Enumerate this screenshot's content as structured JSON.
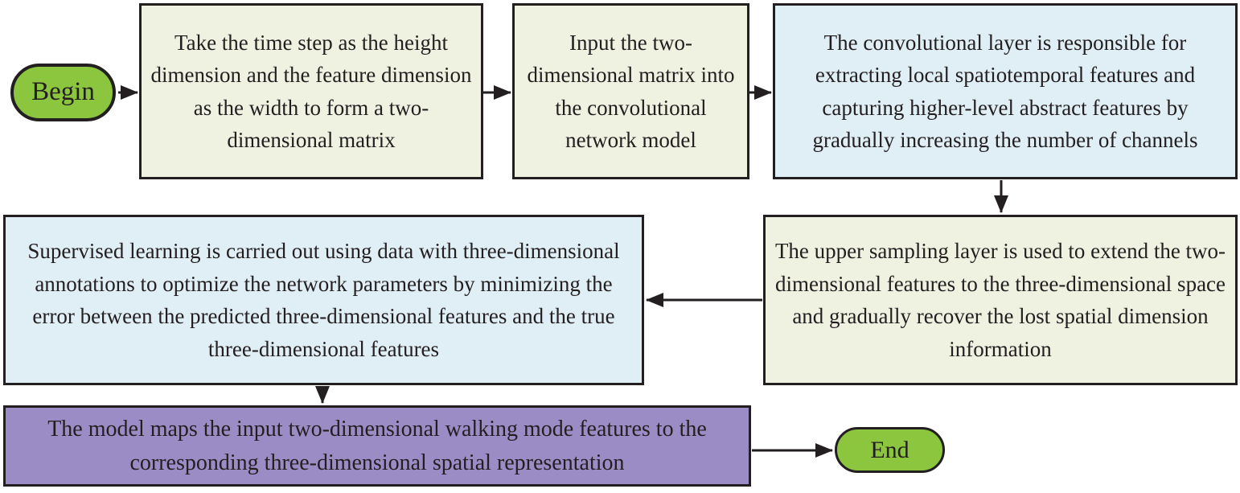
{
  "colors": {
    "terminator_fill": "#8cc63f",
    "process_fill": "#eff1e1",
    "emphasis_fill": "#e0eef5",
    "output_fill": "#9b8cc5",
    "border": "#231f20",
    "text": "#231f20"
  },
  "flowchart": {
    "nodes": [
      {
        "id": "begin",
        "shape": "terminator",
        "label": "Begin"
      },
      {
        "id": "step1",
        "shape": "process",
        "label": "Take the time step as the height dimension and the feature dimension as the width to form a two-dimensional matrix"
      },
      {
        "id": "step2",
        "shape": "process",
        "label": "Input the two-dimensional matrix into the convolutional network model"
      },
      {
        "id": "step3",
        "shape": "process-emphasis",
        "label": "The convolutional layer is responsible for extracting local spatiotemporal features and capturing higher-level abstract features by gradually increasing the number of channels"
      },
      {
        "id": "step4",
        "shape": "process",
        "label": "The upper sampling layer is used to extend the two-dimensional features to the three-dimensional space and gradually recover the lost spatial dimension information"
      },
      {
        "id": "step5",
        "shape": "process-emphasis",
        "label": "Supervised learning is carried out using data with three-dimensional annotations to optimize the network parameters by minimizing the error between the predicted three-dimensional features and the true three-dimensional features"
      },
      {
        "id": "step6",
        "shape": "process-output",
        "label": "The model maps the input two-dimensional walking mode features to the corresponding three-dimensional spatial representation"
      },
      {
        "id": "end",
        "shape": "terminator",
        "label": "End"
      }
    ],
    "edges": [
      {
        "from": "begin",
        "to": "step1",
        "points": [
          [
            147,
            115
          ],
          [
            171,
            115
          ]
        ]
      },
      {
        "from": "step1",
        "to": "step2",
        "points": [
          [
            601,
            115
          ],
          [
            635,
            115
          ]
        ]
      },
      {
        "from": "step2",
        "to": "step3",
        "points": [
          [
            932,
            115
          ],
          [
            959,
            115
          ]
        ]
      },
      {
        "from": "step3",
        "to": "step4",
        "points": [
          [
            1245,
            224
          ],
          [
            1245,
            264
          ]
        ]
      },
      {
        "from": "step4",
        "to": "step5",
        "points": [
          [
            948,
            373
          ],
          [
            804,
            373
          ]
        ]
      },
      {
        "from": "step5",
        "to": "step6",
        "points": [
          [
            401,
            480
          ],
          [
            401,
            501
          ]
        ]
      },
      {
        "from": "step6",
        "to": "end",
        "points": [
          [
            935,
            560
          ],
          [
            1035,
            560
          ]
        ]
      }
    ]
  }
}
